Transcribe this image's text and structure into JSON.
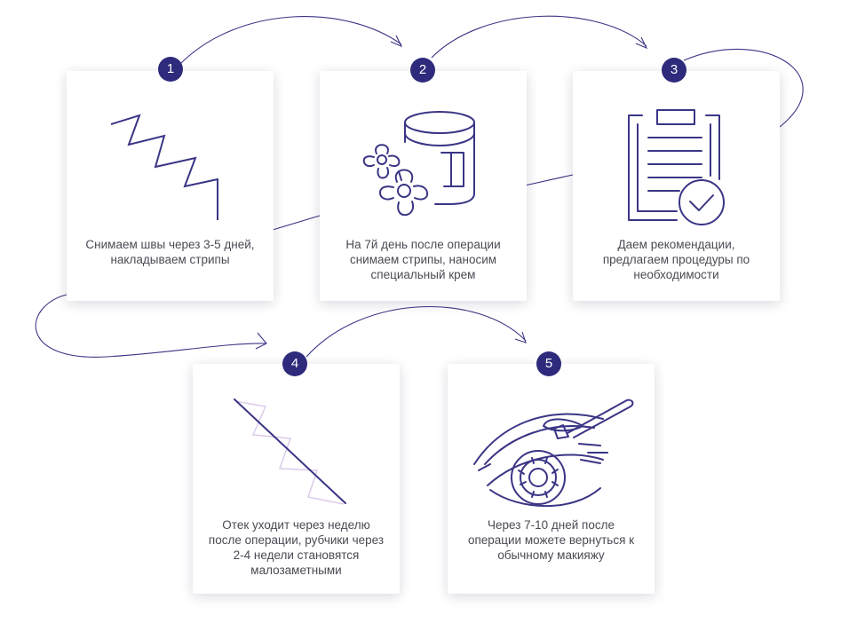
{
  "steps": [
    {
      "number": "1",
      "text": "Снимаем швы через 3-5 дней, накладываем стрипы",
      "icon": "zigzag-suture-icon"
    },
    {
      "number": "2",
      "text": "На 7й день после операции снимаем стрипы, наносим специальный крем",
      "icon": "cream-jar-flowers-icon"
    },
    {
      "number": "3",
      "text": "Даем рекомендации, предлагаем процедуры по необходимости",
      "icon": "clipboard-check-icon"
    },
    {
      "number": "4",
      "text": "Отек уходит через неделю после операции, рубчики через 2-4 недели становятся малозаметными",
      "icon": "faded-scar-icon"
    },
    {
      "number": "5",
      "text": "Через 7-10 дней после операции можете вернуться к обычному макияжу",
      "icon": "eye-makeup-brush-icon"
    }
  ],
  "colors": {
    "accent": "#2e2a7c",
    "stroke": "#3a3585",
    "faded": "#d9c8e8",
    "text": "#4a4a55"
  }
}
